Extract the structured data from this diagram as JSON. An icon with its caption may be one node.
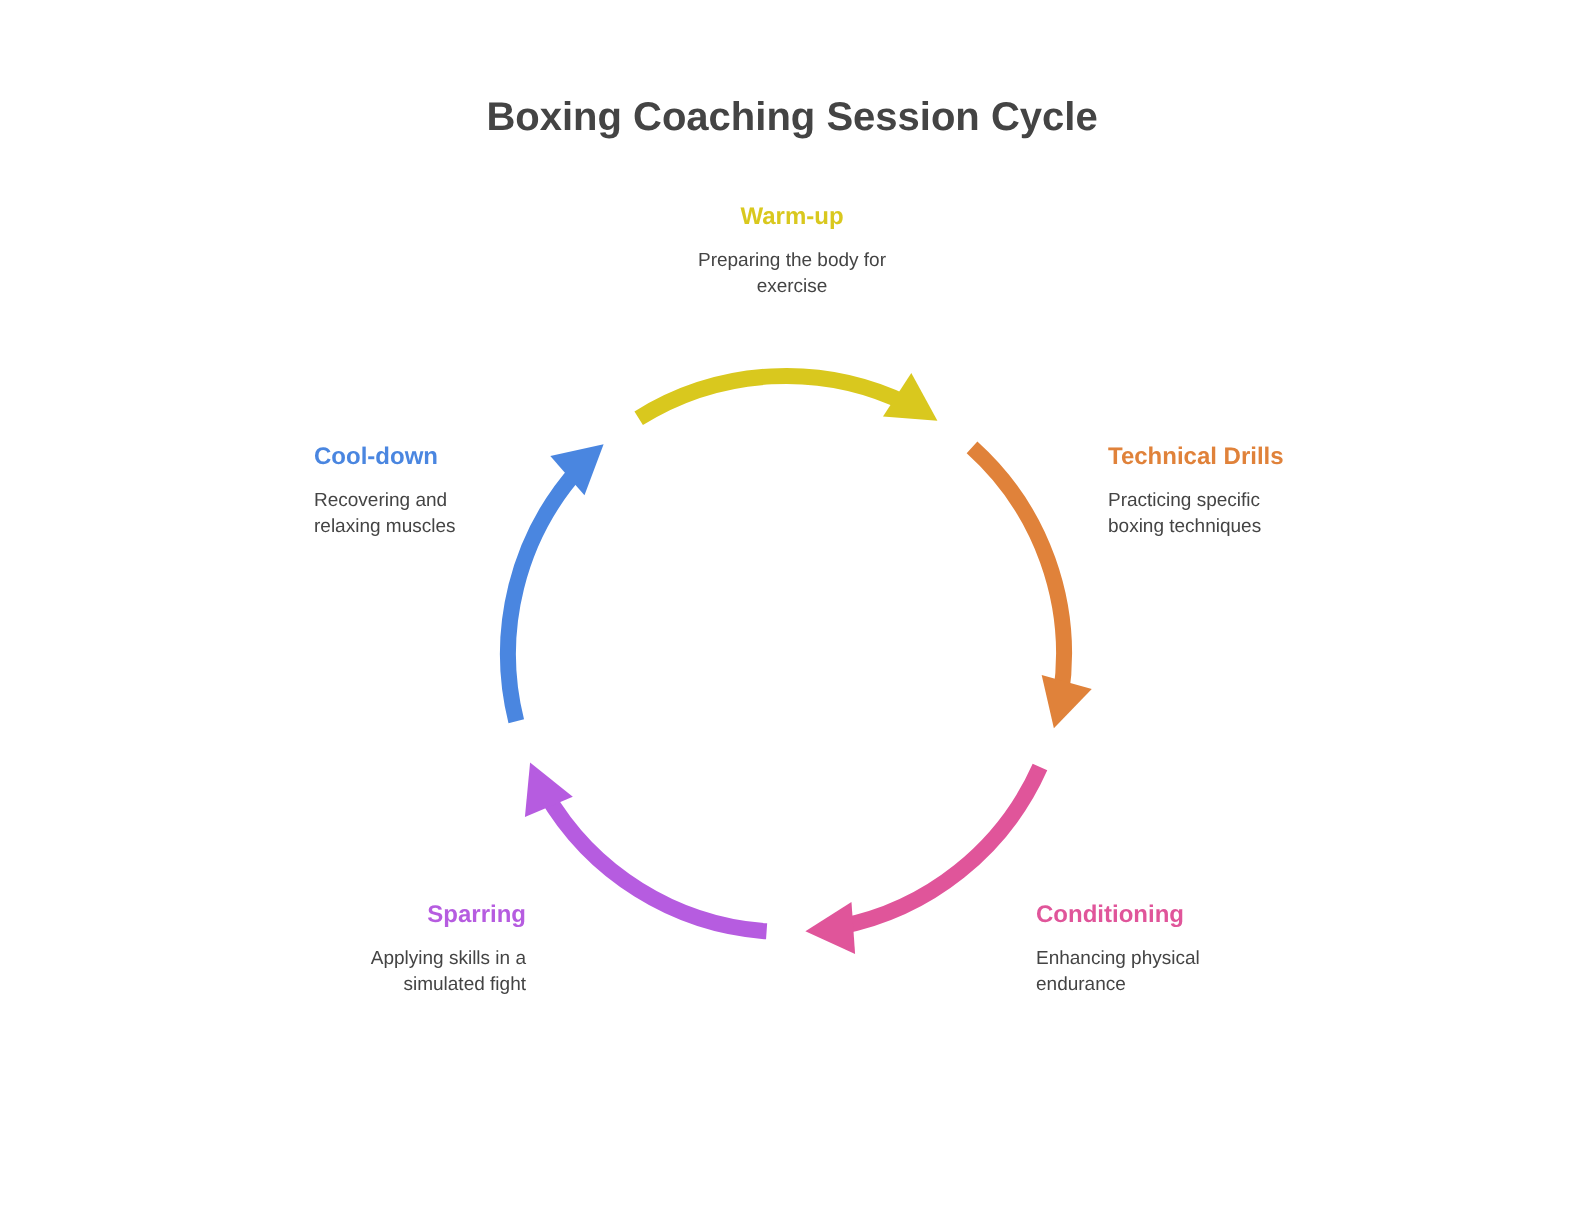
{
  "diagram": {
    "title": "Boxing Coaching Session Cycle",
    "nodes": [
      {
        "text": [
          "Warm-up",
          "Preparing the body for exercise"
        ]
      },
      {
        "text": [
          "Technical Drills",
          "Practicing specific boxing techniques"
        ]
      },
      {
        "text": [
          "Conditioning",
          "Enhancing physical endurance"
        ]
      },
      {
        "text": [
          "Sparring",
          "Applying skills in a simulated fight"
        ]
      },
      {
        "text": [
          "Cool-down",
          "Recovering and relaxing muscles"
        ]
      }
    ]
  }
}
